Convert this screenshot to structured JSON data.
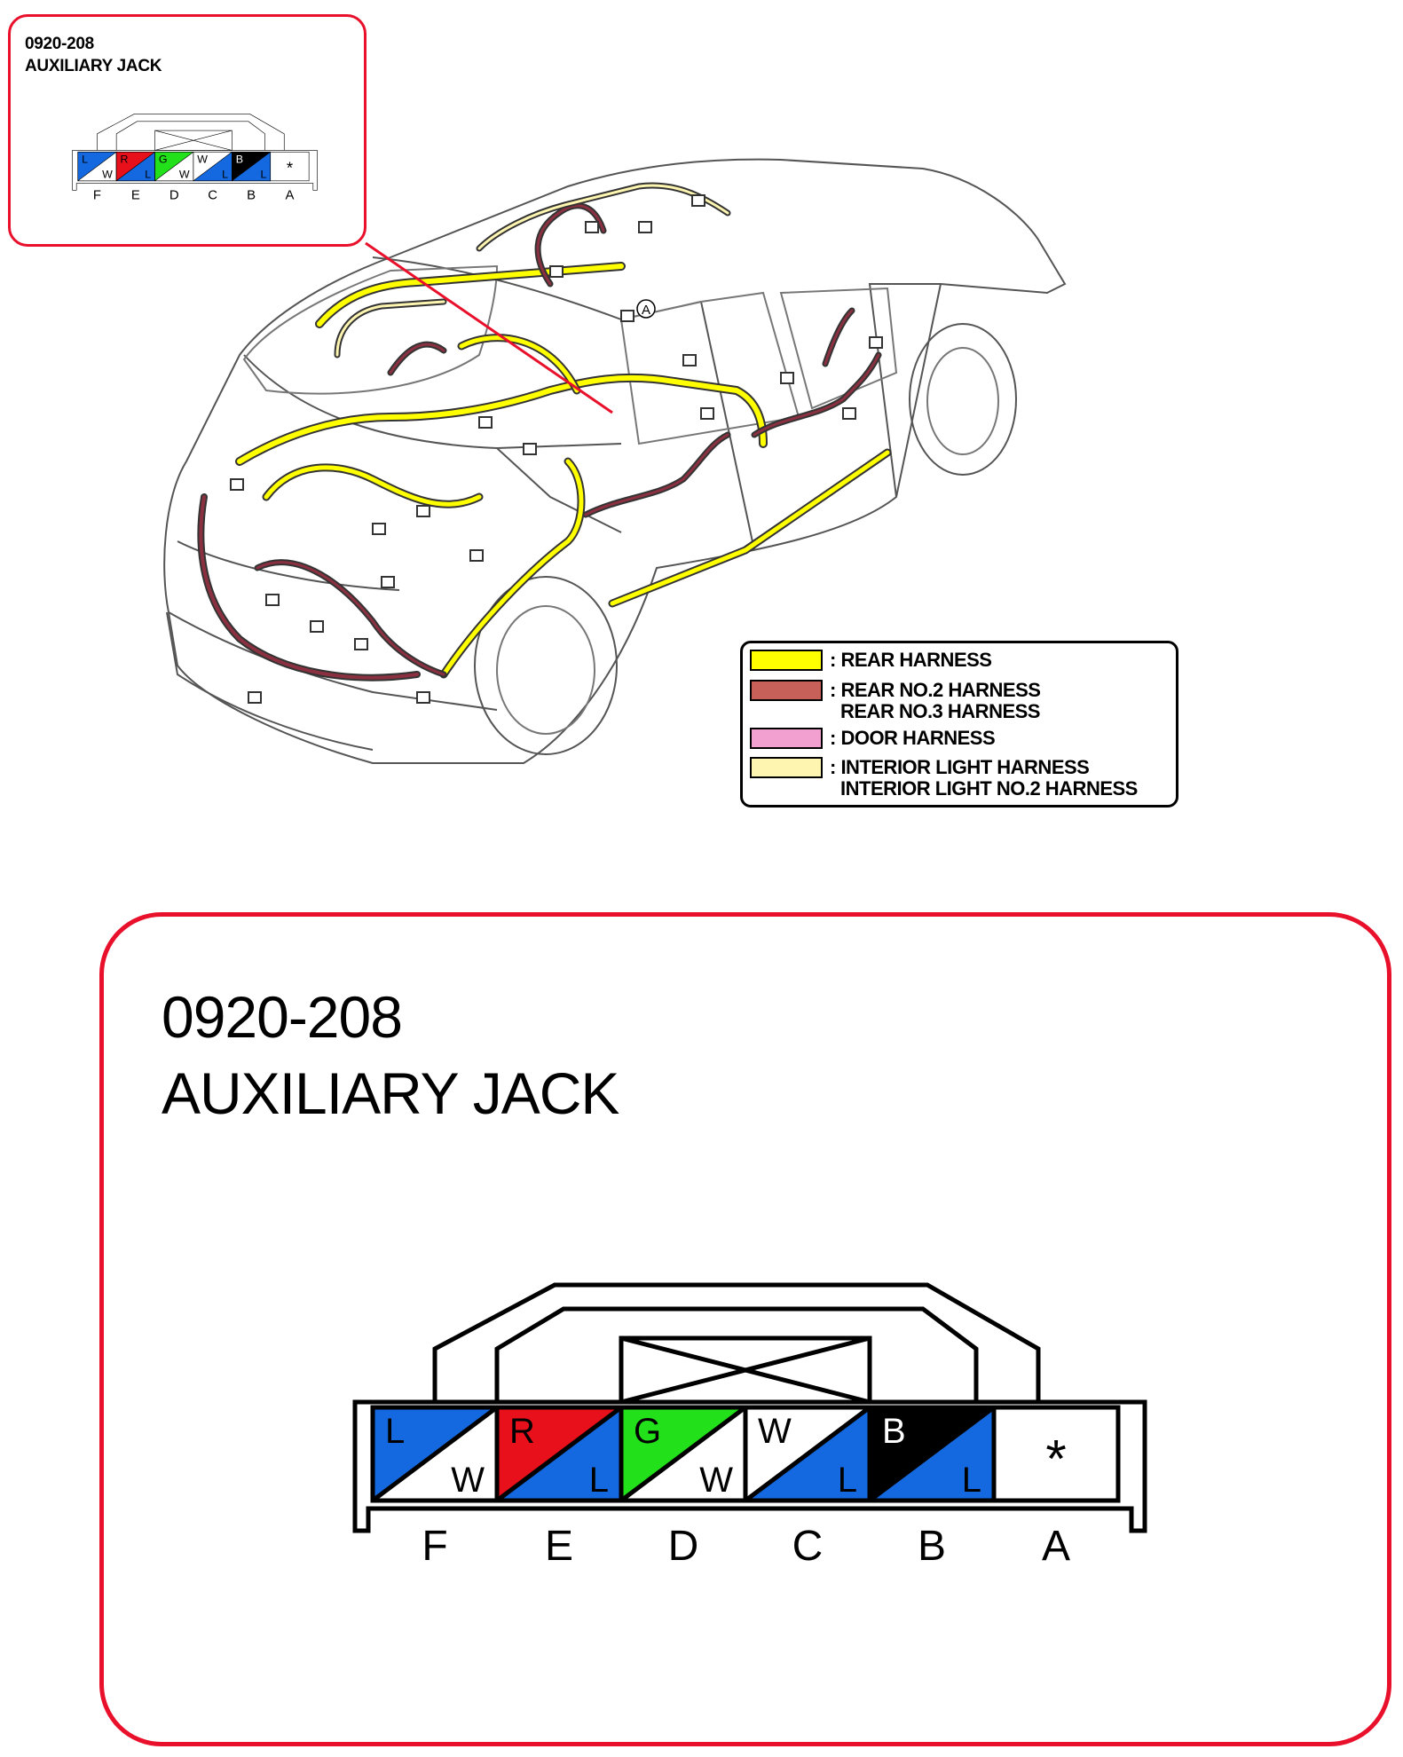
{
  "connector": {
    "code": "0920-208",
    "name": "AUXILIARY JACK",
    "terminals": [
      {
        "label": "F",
        "primary": "L",
        "secondary": "W",
        "primary_color": "#1469e0",
        "secondary_color": "#ffffff"
      },
      {
        "label": "E",
        "primary": "R",
        "secondary": "L",
        "primary_color": "#e8101a",
        "secondary_color": "#1469e0"
      },
      {
        "label": "D",
        "primary": "G",
        "secondary": "W",
        "primary_color": "#22e01a",
        "secondary_color": "#ffffff"
      },
      {
        "label": "C",
        "primary": "W",
        "secondary": "L",
        "primary_color": "#ffffff",
        "secondary_color": "#1469e0"
      },
      {
        "label": "B",
        "primary": "B",
        "secondary": "L",
        "primary_color": "#000000",
        "secondary_color": "#1469e0"
      },
      {
        "label": "A",
        "primary": "*",
        "secondary": "",
        "primary_color": "#ffffff",
        "secondary_color": "#ffffff"
      }
    ]
  },
  "car": {
    "location_marker": "A",
    "callout_color": "#e8102a"
  },
  "legend": {
    "items": [
      {
        "color": "#ffff00",
        "lines": [
          ": REAR HARNESS"
        ]
      },
      {
        "color": "#c8605a",
        "lines": [
          ": REAR NO.2 HARNESS",
          "REAR NO.3 HARNESS"
        ]
      },
      {
        "color": "#f2a0d0",
        "lines": [
          ": DOOR HARNESS"
        ]
      },
      {
        "color": "#fdf5b0",
        "lines": [
          ": INTERIOR LIGHT HARNESS",
          "INTERIOR LIGHT NO.2 HARNESS"
        ]
      }
    ]
  }
}
